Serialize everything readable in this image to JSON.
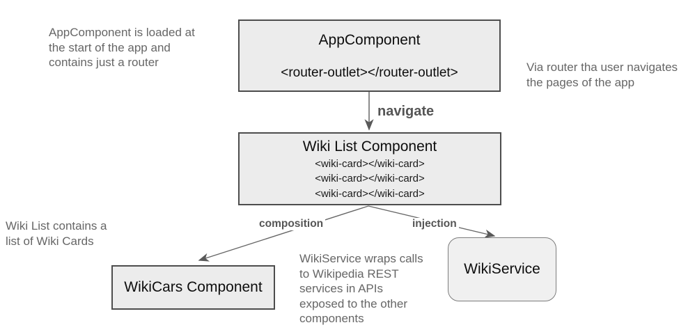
{
  "nodes": {
    "app_component": {
      "title": "AppComponent",
      "template": "<router-outlet></router-outlet>"
    },
    "wiki_list": {
      "title": "Wiki List Component",
      "cards": [
        "<wiki-card></wiki-card>",
        "<wiki-card></wiki-card>",
        "<wiki-card></wiki-card>"
      ]
    },
    "wikicars": {
      "title": "WikiCars Component"
    },
    "wikiservice": {
      "title": "WikiService"
    }
  },
  "edges": {
    "navigate": {
      "label": "navigate"
    },
    "composition": {
      "label": "composition"
    },
    "injection": {
      "label": "injection"
    }
  },
  "annotations": {
    "app_note": {
      "lines": [
        "AppComponent is loaded at",
        "the start of the app and",
        "contains just a router"
      ]
    },
    "router_note": {
      "lines": [
        "Via router tha user navigates",
        "the pages of the app"
      ]
    },
    "wiki_list_note": {
      "lines": [
        "Wiki List contains a",
        "list of Wiki Cards"
      ]
    },
    "wikiservice_note": {
      "lines": [
        "WikiService wraps calls",
        "to Wikipedia REST",
        "services in APIs",
        "exposed to the other",
        "components"
      ]
    }
  },
  "colors": {
    "node_fill": "#ececec",
    "node_border": "#4d4d4d",
    "service_border": "#7d7d7d",
    "edge_line": "#666666",
    "arrowhead": "#595959",
    "annotation_text": "#666666",
    "edge_label_text": "#555555",
    "node_text": "#0d0d0d"
  }
}
